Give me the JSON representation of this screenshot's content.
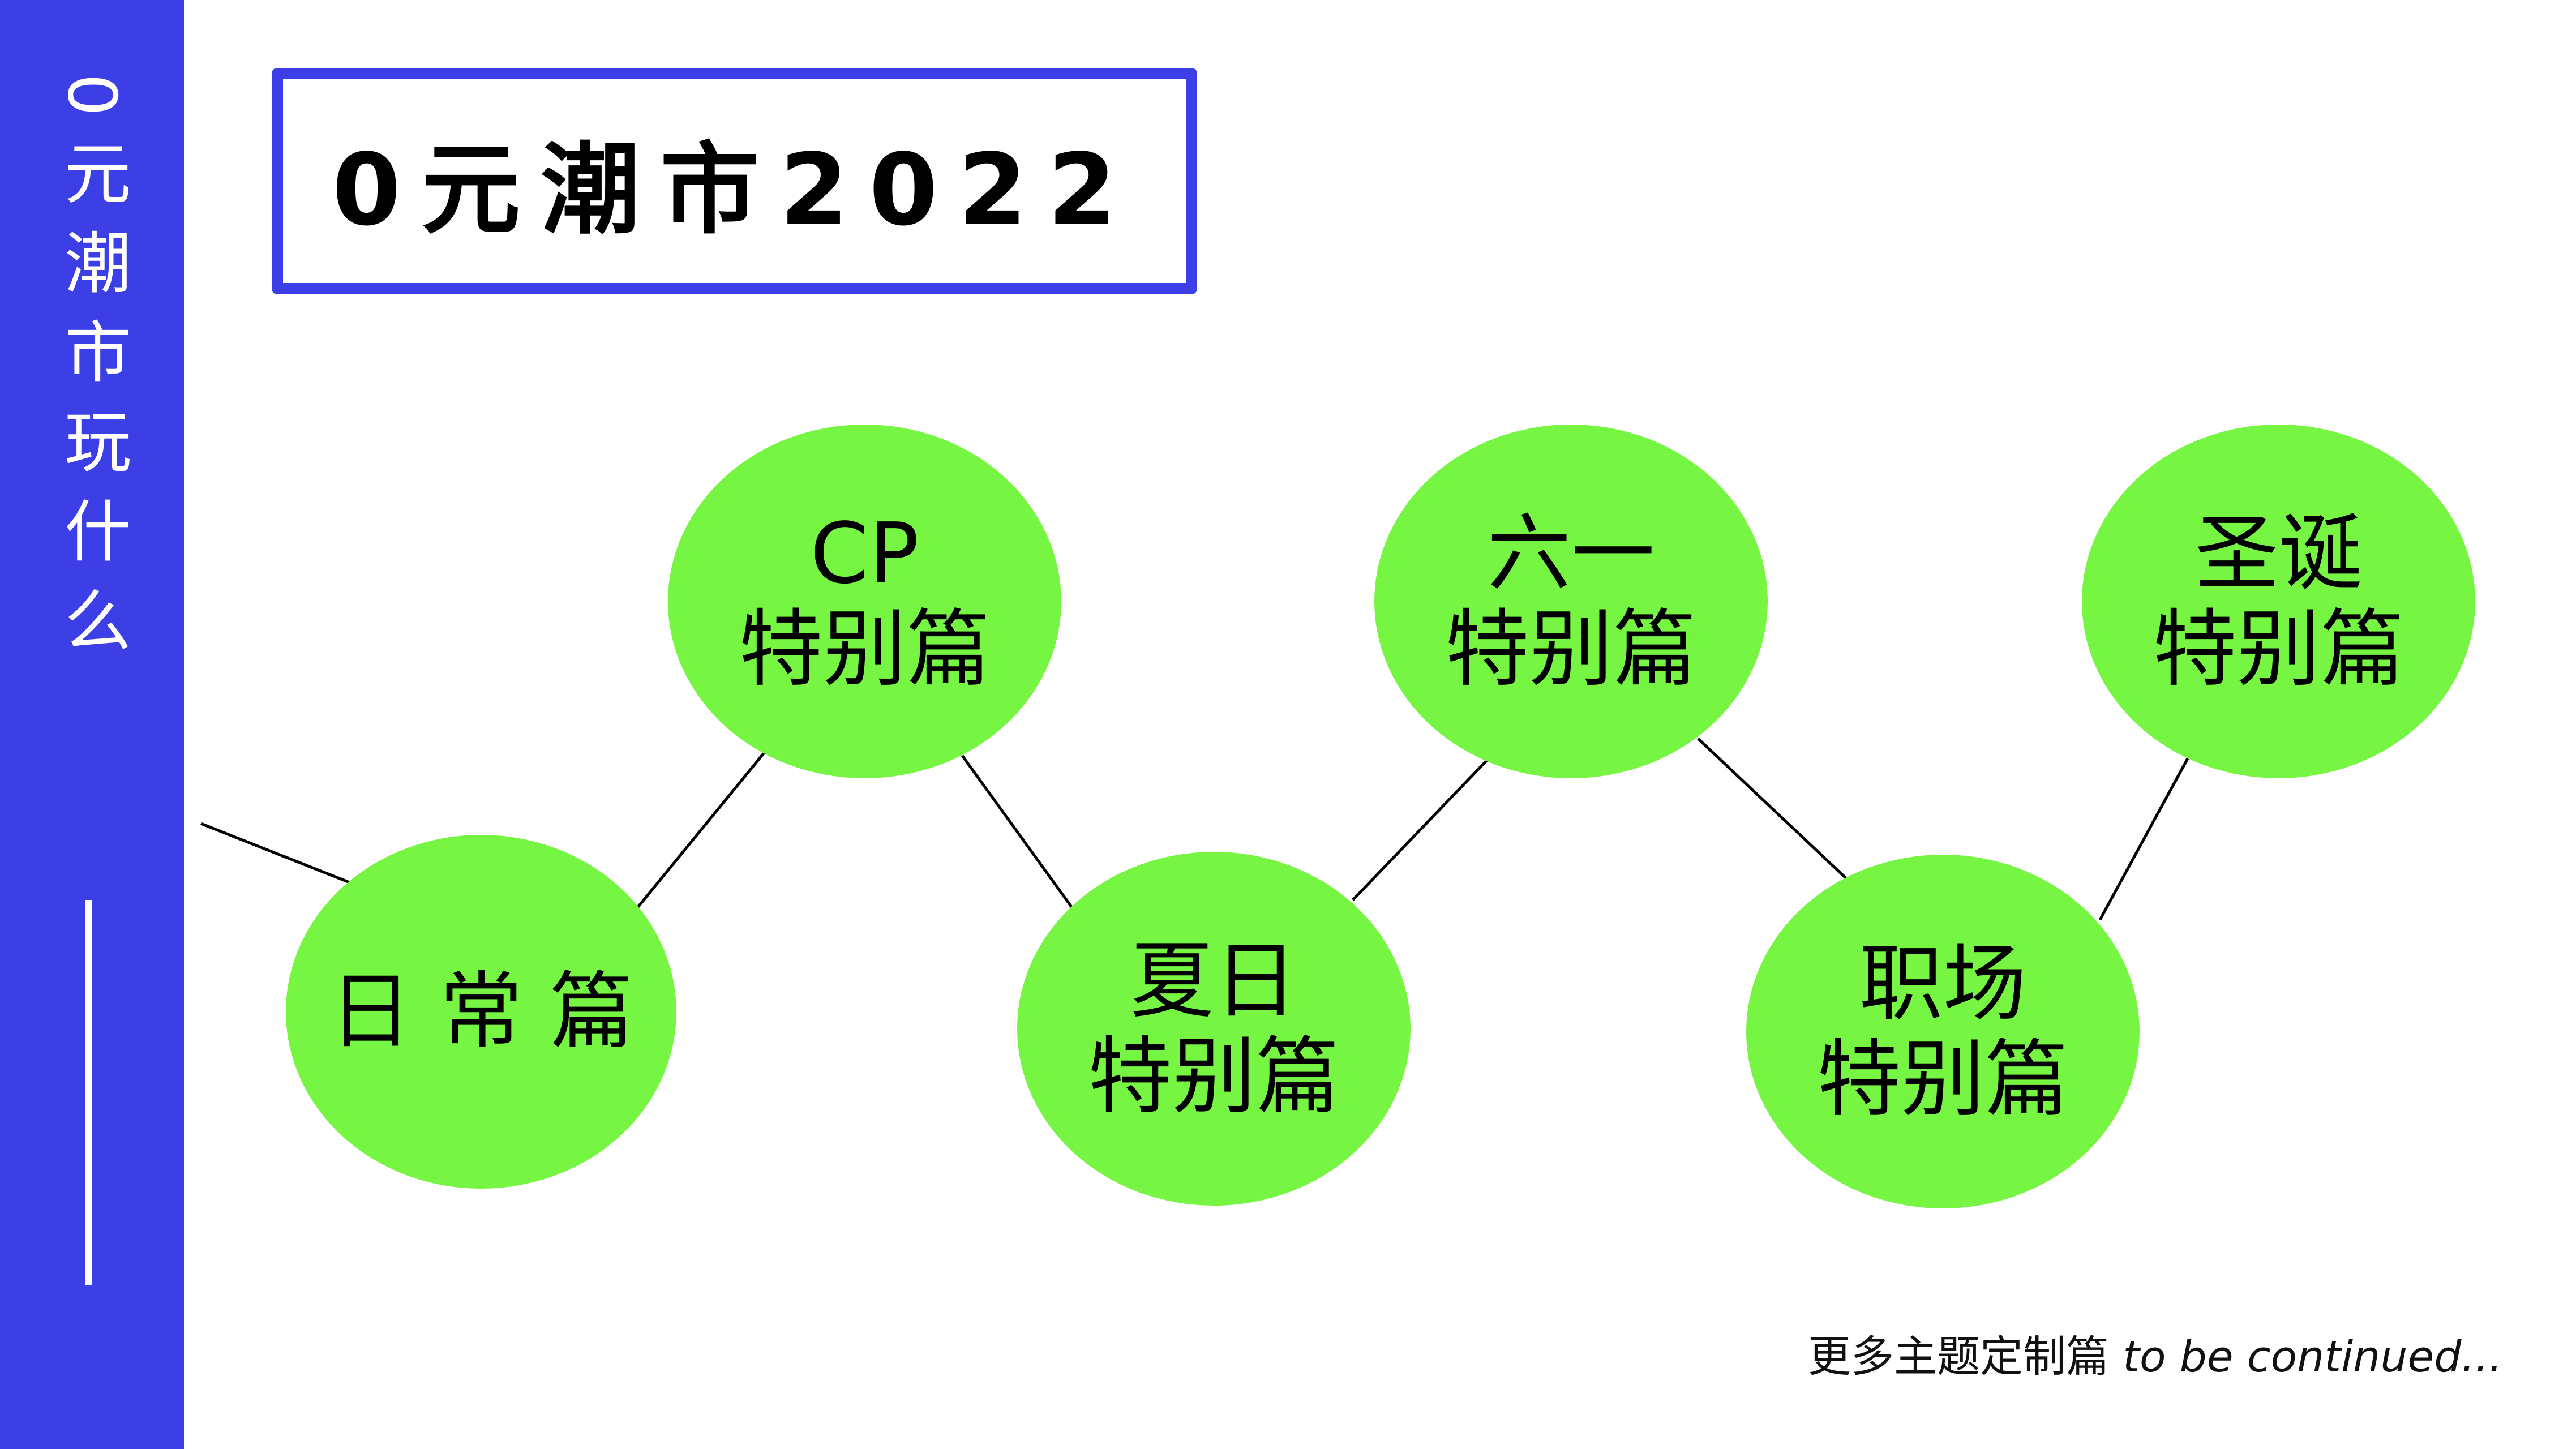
{
  "colors": {
    "accent_blue": "#3c3fe6",
    "node_green": "#76f543",
    "text": "#000000",
    "background": "#ffffff"
  },
  "sidebar": {
    "vertical_title": "0元潮市玩什么"
  },
  "title_box": {
    "title": "0元潮市2022"
  },
  "diagram": {
    "nodes": [
      {
        "id": "daily",
        "label": "日 常 篇"
      },
      {
        "id": "cp",
        "label": "CP\n特别篇"
      },
      {
        "id": "summer",
        "label": "夏日\n特别篇"
      },
      {
        "id": "children",
        "label": "六一\n特别篇"
      },
      {
        "id": "workplace",
        "label": "职场\n特别篇"
      },
      {
        "id": "christmas",
        "label": "圣诞\n特别篇"
      }
    ],
    "links": [
      [
        "start",
        "daily"
      ],
      [
        "daily",
        "cp"
      ],
      [
        "cp",
        "summer"
      ],
      [
        "summer",
        "children"
      ],
      [
        "children",
        "workplace"
      ],
      [
        "workplace",
        "christmas"
      ]
    ]
  },
  "footer": {
    "zh": "更多主题定制篇",
    "en": "to be continued..."
  }
}
